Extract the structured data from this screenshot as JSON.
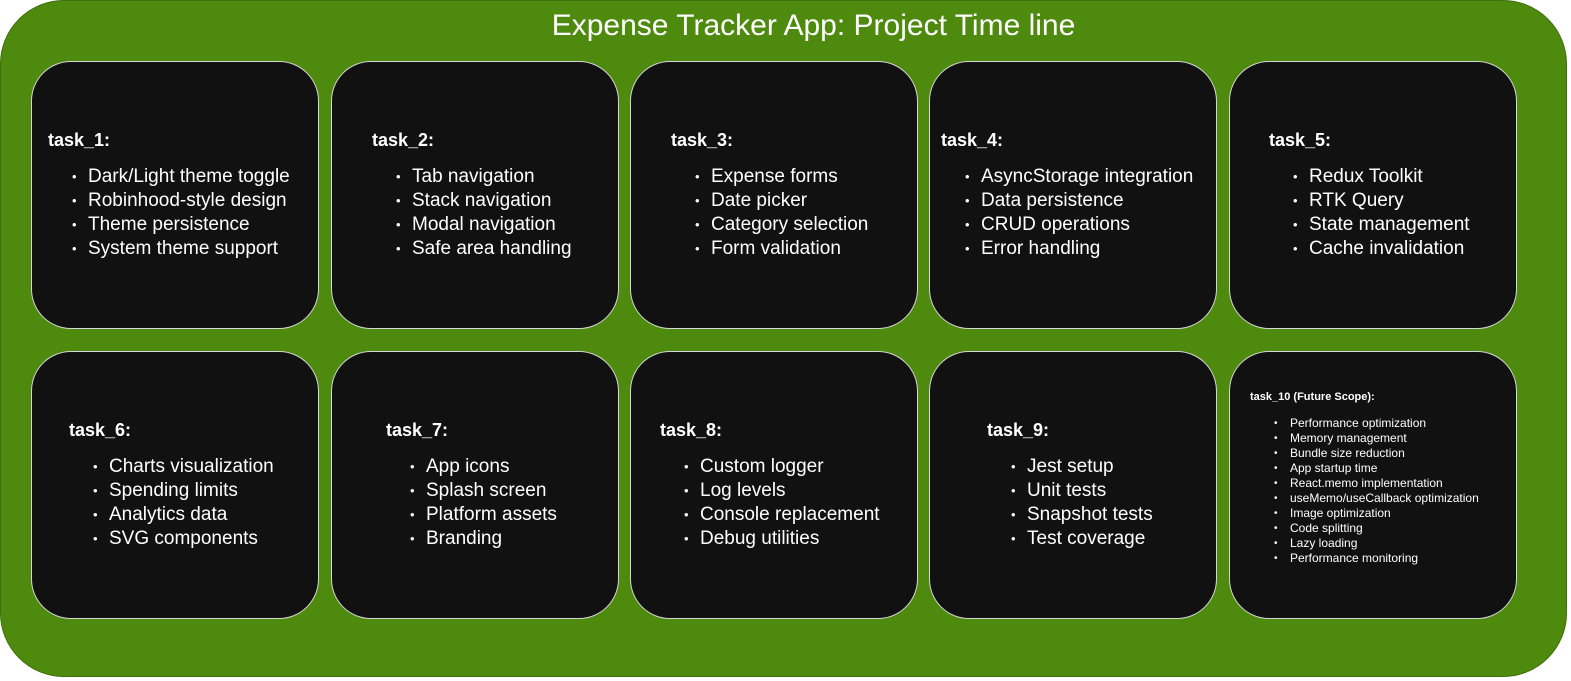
{
  "title": "Expense Tracker App: Project Time line",
  "tasks": [
    {
      "label": "task_1:",
      "items": [
        "Dark/Light theme toggle",
        "Robinhood-style design",
        "Theme persistence",
        "System theme support"
      ]
    },
    {
      "label": "task_2:",
      "items": [
        "Tab navigation",
        "Stack navigation",
        "Modal navigation",
        "Safe area handling"
      ]
    },
    {
      "label": "task_3:",
      "items": [
        "Expense forms",
        "Date picker",
        "Category selection",
        "Form validation"
      ]
    },
    {
      "label": "task_4:",
      "items": [
        "AsyncStorage integration",
        "Data persistence",
        "CRUD operations",
        "Error handling"
      ]
    },
    {
      "label": "task_5:",
      "items": [
        "Redux Toolkit",
        "RTK Query",
        "State management",
        "Cache invalidation"
      ]
    },
    {
      "label": "task_6:",
      "items": [
        "Charts visualization",
        "Spending limits",
        "Analytics data",
        "SVG components"
      ]
    },
    {
      "label": "task_7:",
      "items": [
        "App icons",
        "Splash screen",
        "Platform assets",
        "Branding"
      ]
    },
    {
      "label": "task_8:",
      "items": [
        "Custom logger",
        "Log levels",
        "Console replacement",
        "Debug utilities"
      ]
    },
    {
      "label": "task_9:",
      "items": [
        "Jest setup",
        "Unit tests",
        "Snapshot tests",
        "Test coverage"
      ]
    },
    {
      "label": "task_10 (Future Scope):",
      "items": [
        "Performance optimization",
        "Memory management",
        "Bundle size reduction",
        "App startup time",
        "React.memo implementation",
        "useMemo/useCallback optimization",
        "Image optimization",
        "Code splitting",
        "Lazy loading",
        "Performance monitoring"
      ]
    }
  ],
  "colors": {
    "background": "#4d8a0e",
    "card": "#111111",
    "text": "#ffffff"
  }
}
